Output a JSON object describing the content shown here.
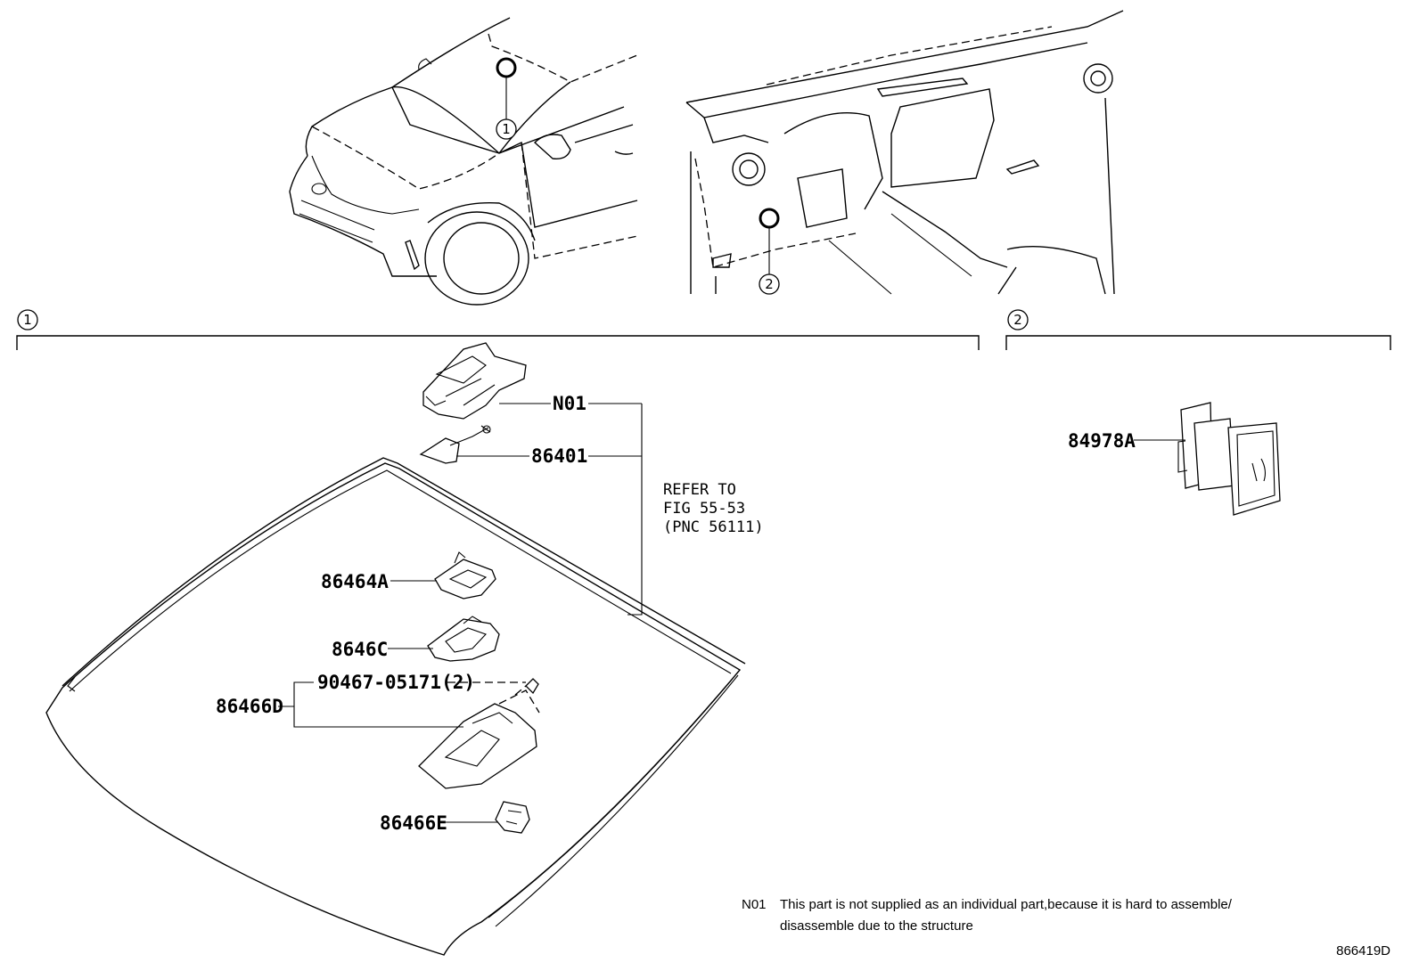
{
  "callouts": {
    "area_1": "1",
    "area_2": "2"
  },
  "parts": {
    "n01": "N01",
    "p86401": "86401",
    "p86464a": "86464A",
    "p8646c": "8646C",
    "p90467": "90467-05171(2)",
    "p86466d": "86466D",
    "p86466e": "86466E",
    "p84978a": "84978A"
  },
  "refer": {
    "line1": "REFER TO",
    "line2": "FIG 55-53",
    "line3": "(PNC 56111)"
  },
  "note": {
    "code": "N01",
    "line1": "This part is not supplied as an individual part,because it is hard to assemble/",
    "line2": "disassemble due to the structure"
  },
  "figure_id": "866419D"
}
